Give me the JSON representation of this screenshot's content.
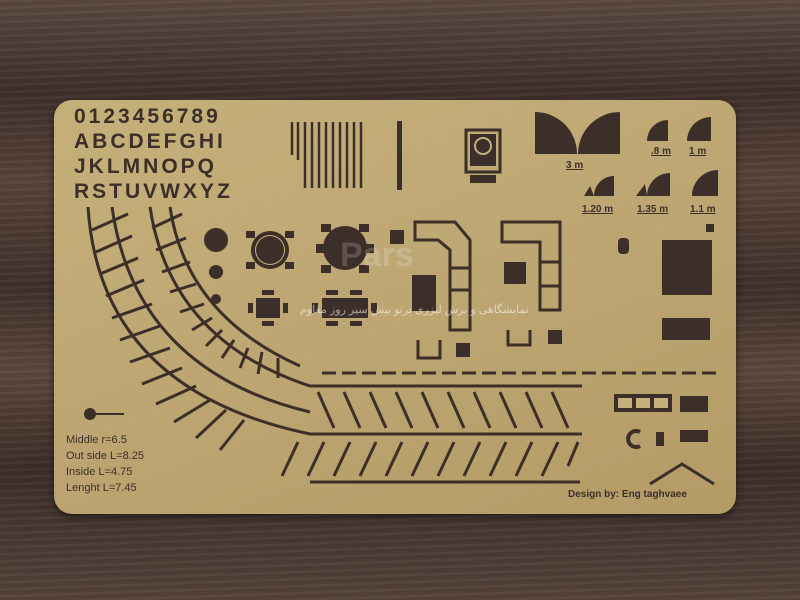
{
  "stencil": {
    "digits": "0123456789",
    "letters_row1": "ABCDEFGHI",
    "letters_row2": "JKLMNOPQ",
    "letters_row3": "RSTUVWXYZ",
    "door_labels": [
      "3 m",
      ".8 m",
      "1 m",
      "1.20 m",
      "1.35 m",
      "1.1 m"
    ],
    "dimensions": [
      "Middle r=6.5",
      "Out side L=8.25",
      "Inside L=4.75",
      "Lenght L=7.45"
    ],
    "credit": "Design by: Eng taghvaee"
  },
  "watermark": {
    "brand": "Pars",
    "line": "نمایشگاهی و برش لیزری پرتو بیش سیر روز مقاوم"
  },
  "colors": {
    "stencil": "#bda672",
    "cutout": "#3c2e29",
    "wood": "#4a3a32"
  }
}
